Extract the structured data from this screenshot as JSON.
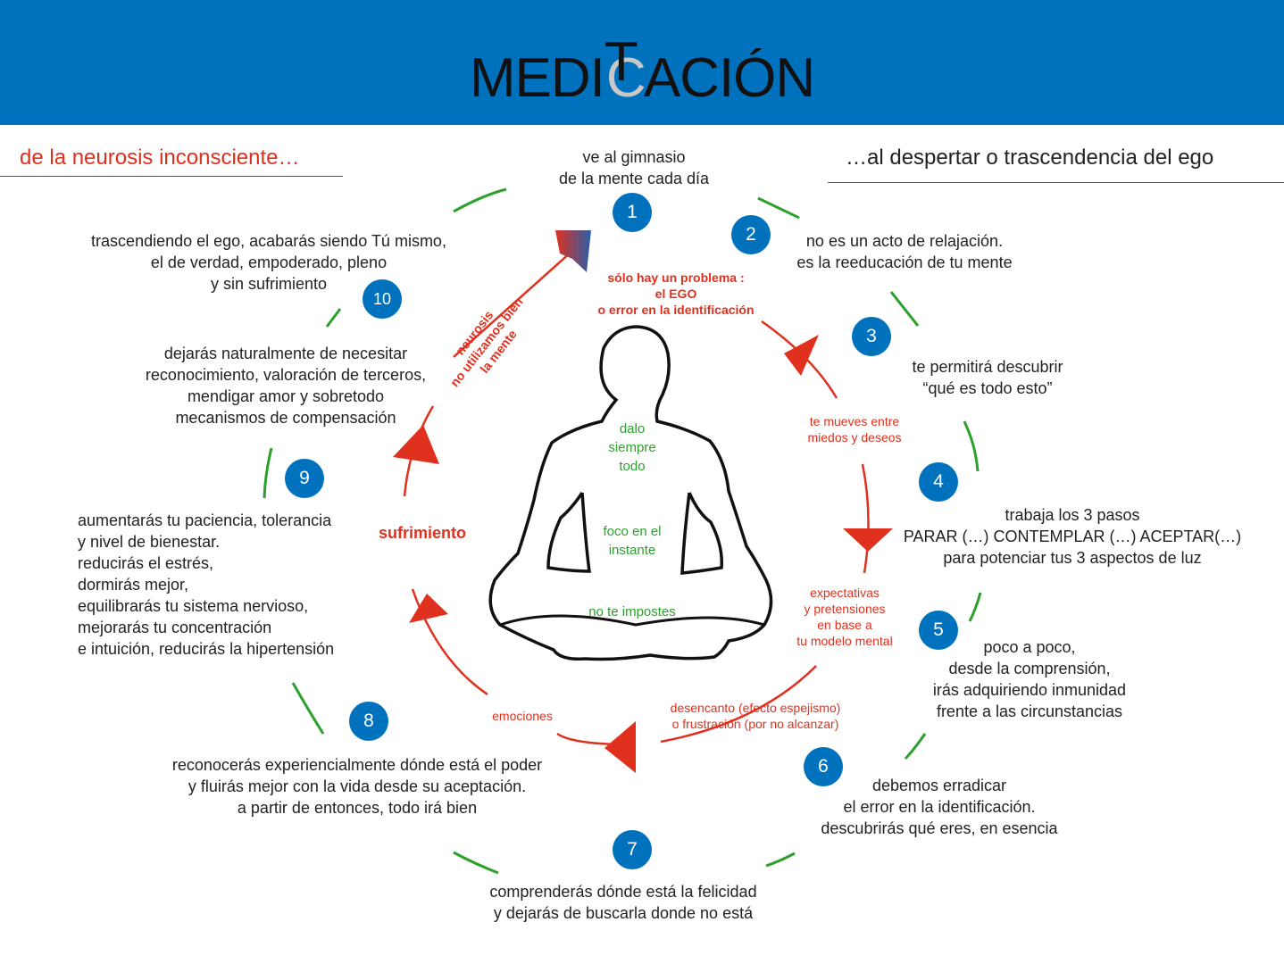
{
  "title": {
    "part1": "MEDI",
    "overlay_c": "C",
    "overlay_t": "T",
    "part2": "ACIÓN"
  },
  "subtitles": {
    "left": "de la neurosis inconsciente…",
    "right": "…al despertar o trascendencia del ego"
  },
  "steps": [
    {
      "number": "1",
      "lines": [
        "ve al gimnasio",
        "de la mente cada día"
      ]
    },
    {
      "number": "2",
      "lines": [
        "no es un acto de relajación.",
        "es la reeducación de tu mente"
      ]
    },
    {
      "number": "3",
      "lines": [
        "te permitirá descubrir",
        "“qué es todo esto”"
      ]
    },
    {
      "number": "4",
      "lines": [
        "trabaja los 3 pasos",
        "PARAR (…) CONTEMPLAR (…) ACEPTAR(…)",
        "para potenciar tus 3 aspectos de luz"
      ]
    },
    {
      "number": "5",
      "lines": [
        "poco a poco,",
        "desde la comprensión,",
        "irás adquiriendo inmunidad",
        "frente a las circunstancias"
      ]
    },
    {
      "number": "6",
      "lines": [
        "debemos erradicar",
        "el error en la identificación.",
        "descubrirás qué eres, en esencia"
      ]
    },
    {
      "number": "7",
      "lines": [
        "comprenderás dónde está la felicidad",
        "y dejarás de buscarla donde no está"
      ]
    },
    {
      "number": "8",
      "lines": [
        "reconocerás experiencialmente dónde está el poder",
        "y fluirás mejor con la vida desde su aceptación.",
        "a partir de entonces, todo irá bien"
      ]
    },
    {
      "number": "9",
      "lines": [
        "aumentarás tu paciencia, tolerancia",
        "y nivel de bienestar.",
        "reducirás el estrés,",
        "dormirás mejor,",
        "equilibrarás tu sistema nervioso,",
        "mejorarás tu concentración",
        "e intuición, reducirás la hipertensión"
      ]
    },
    {
      "number": "10",
      "lines": [
        "trascendiendo el ego, acabarás siendo Tú mismo,",
        "el de verdad, empoderado, pleno",
        "y sin sufrimiento"
      ]
    }
  ],
  "step9_extra": [
    "dejarás naturalmente de necesitar",
    "reconocimiento, valoración de terceros,",
    "mendigar amor y sobretodo",
    "mecanismos de compensación"
  ],
  "problem": [
    "sólo hay un problema :",
    "el EGO",
    "o error en la identificación"
  ],
  "neurosis": [
    "neurosis",
    "no utilizamos bien",
    "la mente"
  ],
  "cycle_labels": {
    "miedos": [
      "te mueves entre",
      "miedos y deseos"
    ],
    "expectativas": [
      "expectativas",
      "y pretensiones",
      "en base a",
      "tu modelo mental"
    ],
    "desencanto": [
      "desencanto (efecto espejismo)",
      "o frustración (por no alcanzar)"
    ],
    "emociones": "emociones",
    "sufrimiento": "sufrimiento"
  },
  "body_labels": {
    "chest": [
      "dalo",
      "siempre",
      "todo"
    ],
    "belly": [
      "foco en el",
      "instante"
    ],
    "legs": "no te impostes"
  },
  "colors": {
    "header": "#0071bc",
    "badge": "#0071bc",
    "red": "#e0301e",
    "green": "#2ca02c"
  }
}
